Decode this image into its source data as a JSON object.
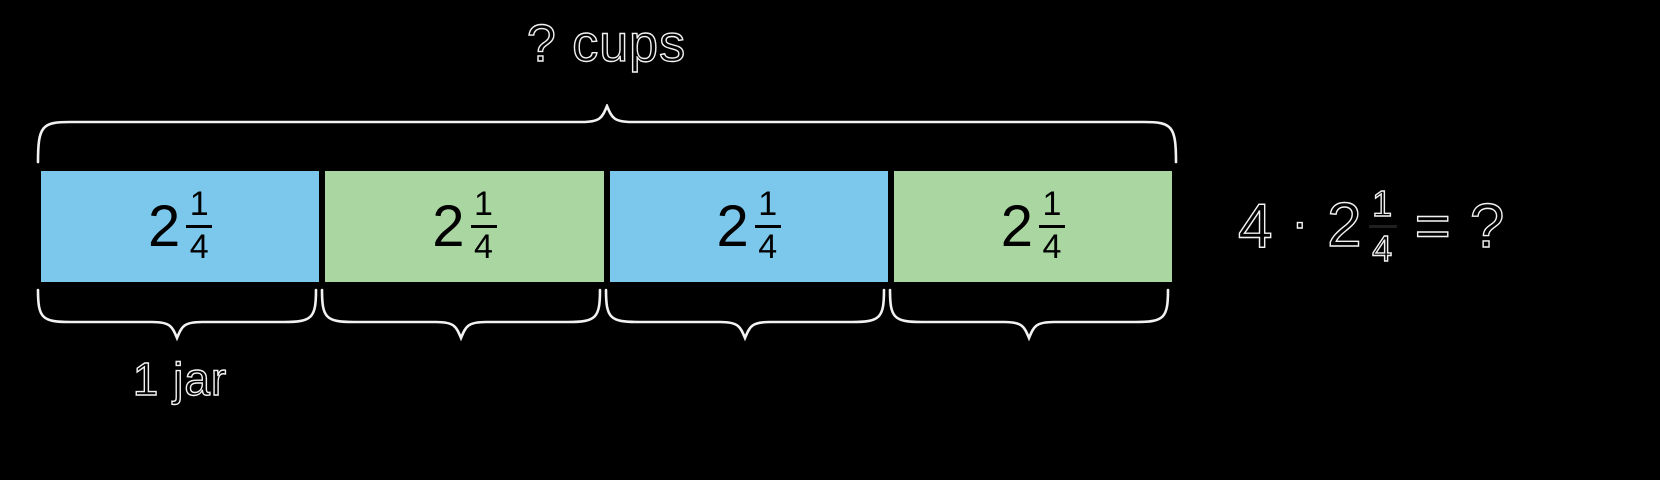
{
  "diagram": {
    "type": "tape-diagram",
    "top_label": "? cups",
    "bottom_label": "1 jar",
    "cell_count": 4,
    "cells": [
      {
        "whole": "2",
        "numerator": "1",
        "denominator": "4",
        "color": "#7cc8ec",
        "color_name": "blue"
      },
      {
        "whole": "2",
        "numerator": "1",
        "denominator": "4",
        "color": "#a9d6a1",
        "color_name": "green"
      },
      {
        "whole": "2",
        "numerator": "1",
        "denominator": "4",
        "color": "#7cc8ec",
        "color_name": "blue"
      },
      {
        "whole": "2",
        "numerator": "1",
        "denominator": "4",
        "color": "#a9d6a1",
        "color_name": "green"
      }
    ]
  },
  "equation": {
    "multiplier": "4",
    "operator": "·",
    "whole": "2",
    "numerator": "1",
    "denominator": "4",
    "equals": "=",
    "result": "?"
  },
  "colors": {
    "background": "#000000",
    "blue": "#7cc8ec",
    "green": "#a9d6a1",
    "outline": "#f2f2f2",
    "text_dark": "#000000"
  }
}
